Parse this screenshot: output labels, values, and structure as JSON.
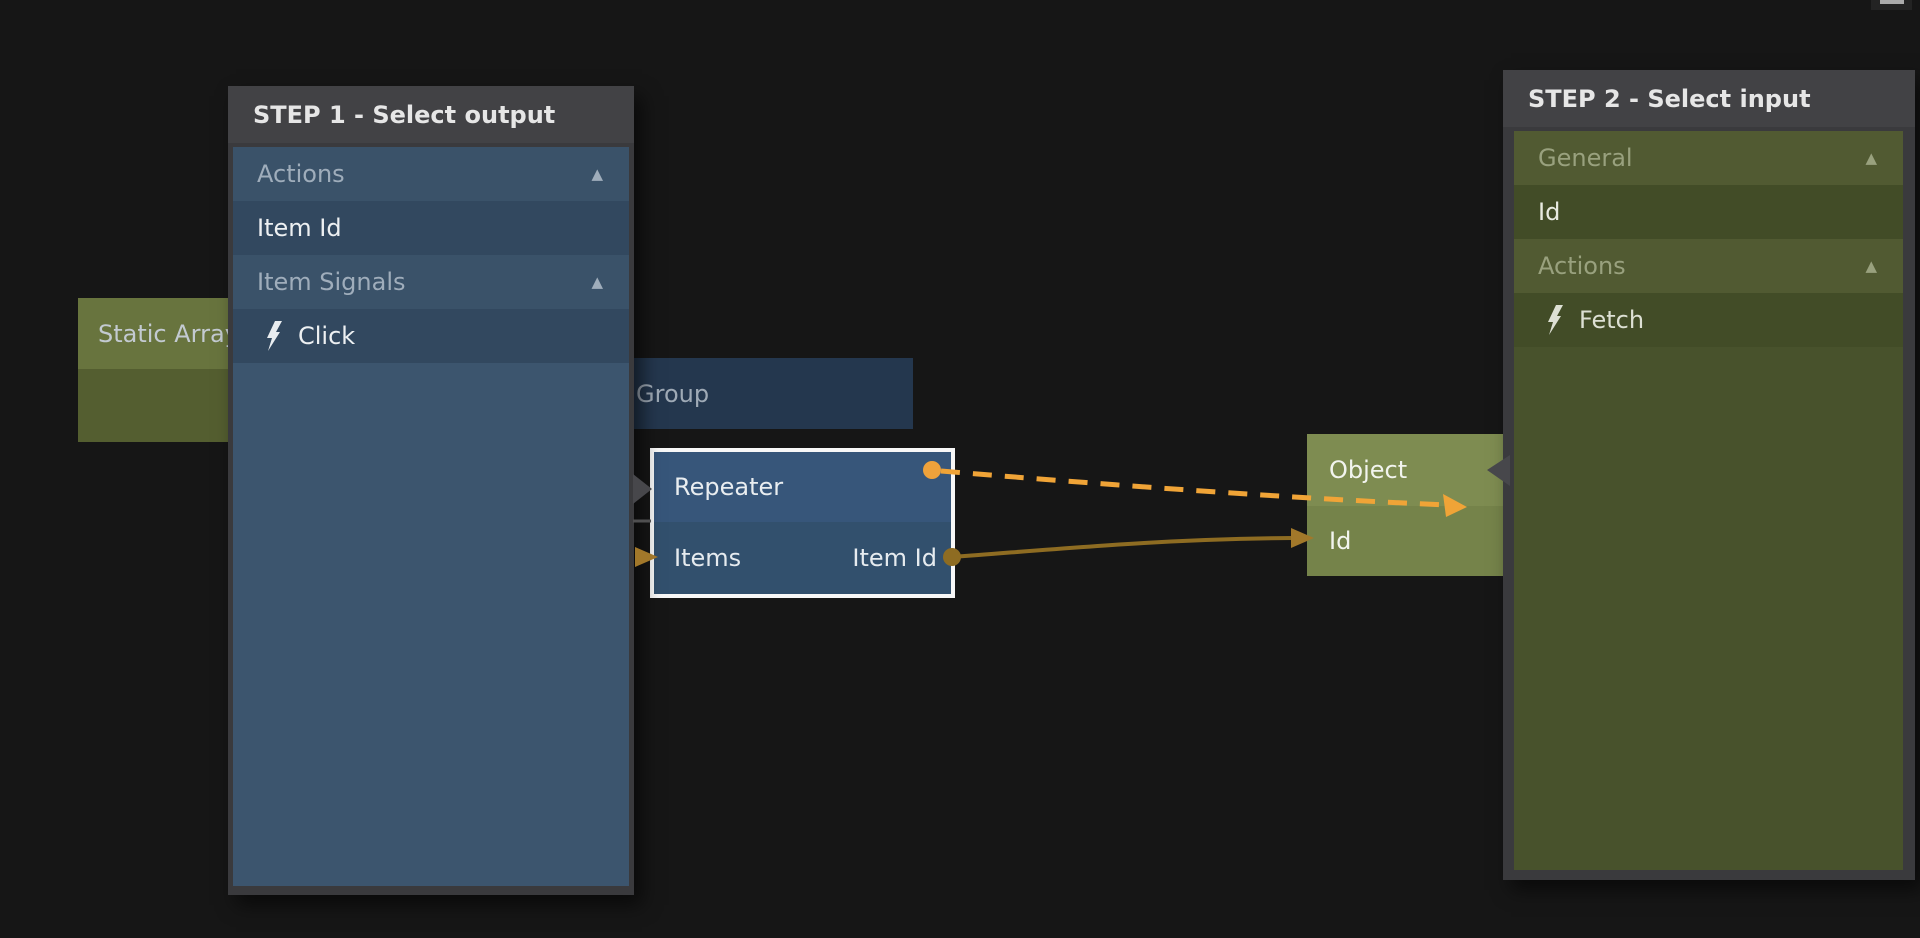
{
  "panels": {
    "step1": {
      "title": "STEP 1 - Select output",
      "rows": [
        {
          "type": "group",
          "label": "Actions"
        },
        {
          "type": "item",
          "label": "Item Id"
        },
        {
          "type": "group",
          "label": "Item Signals"
        },
        {
          "type": "signal",
          "label": "Click"
        }
      ]
    },
    "step2": {
      "title": "STEP 2 - Select input",
      "rows": [
        {
          "type": "group",
          "label": "General"
        },
        {
          "type": "item",
          "label": "Id"
        },
        {
          "type": "group",
          "label": "Actions"
        },
        {
          "type": "signal",
          "label": "Fetch"
        }
      ]
    }
  },
  "nodes": {
    "static_array": {
      "title": "Static Array"
    },
    "group": {
      "title": "Group"
    },
    "repeater": {
      "title": "Repeater",
      "input_port": "Items",
      "output_port": "Item Id"
    },
    "object": {
      "title": "Object",
      "input_port": "Id"
    }
  },
  "icons": {
    "caret_up": "▲",
    "lightning": "lightning-bolt",
    "connection_arrow": "right-arrow"
  },
  "colors": {
    "background": "#161616",
    "panel_frame": "#3A3A3D",
    "panel_header": "#424245",
    "step1_base": "#3C556E",
    "step1_item_row": "#32485F",
    "step2_base": "#48522C",
    "step2_item_row": "#424C27",
    "node_blue_title": "#37567A",
    "node_blue_body": "#32506D",
    "node_olive_title": "#7E8C51",
    "node_olive_body": "#75834A",
    "selection_border": "#F8F8F8",
    "pending_connection_orange": "#F0A437",
    "connection_gold": "#8E6C22",
    "arrowhead_gold": "#A2782A",
    "panel_pointer_gray": "#47474B"
  }
}
